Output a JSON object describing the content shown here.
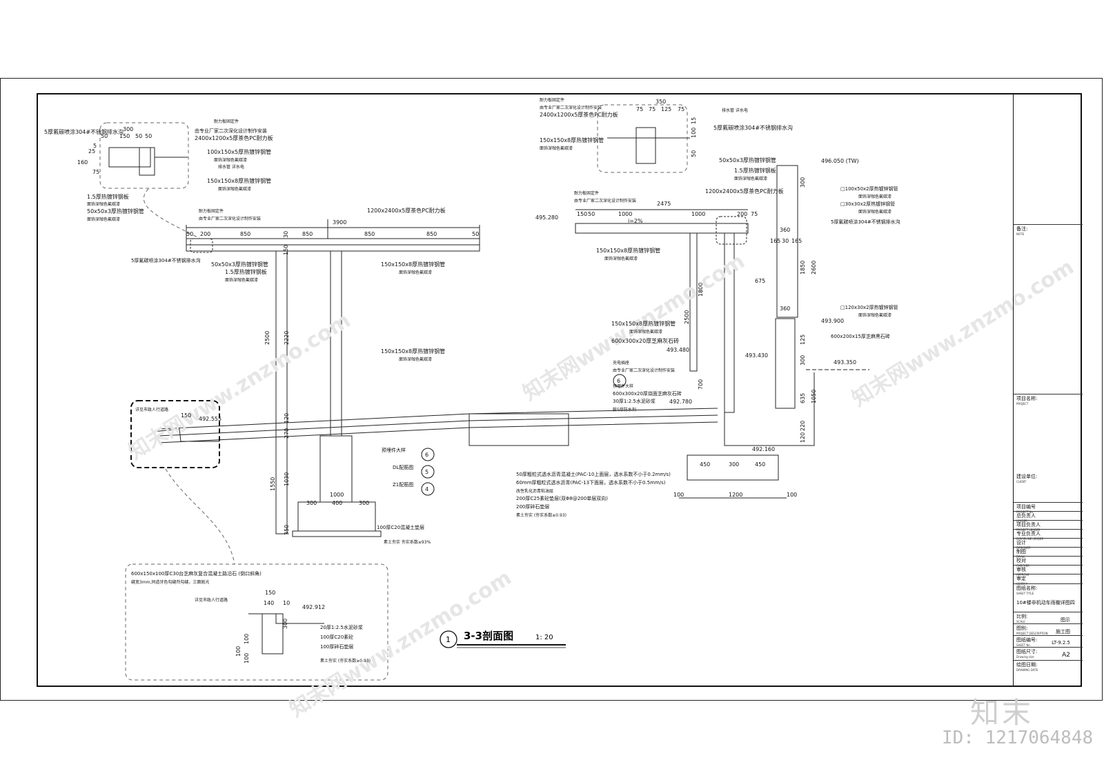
{
  "drawing": {
    "section_no": "1",
    "section_title": "3-3剖面图",
    "scale": "1: 20"
  },
  "left_detail": {
    "dims": [
      "300",
      "150",
      "50",
      "50",
      "50",
      "5",
      "25",
      "75",
      "160"
    ],
    "labels": [
      "5厚氟碳喷涂304#不锈钢排水沟",
      "耐力板固定件",
      "由专业厂家二次深化设计制作安装",
      "2400x1200x5厚茶色PC耐力板",
      "100x150x5厚热镀锌钢管",
      "面饰深咖色氟碳漆",
      "排水管  详水电",
      "150x150x8厚热镀锌钢管",
      "面饰深咖色氟碳漆",
      "1.5厚热镀锌钢板",
      "面饰深咖色氟碳漆",
      "50x50x3厚热镀锌钢管",
      "面饰深咖色氟碳漆"
    ]
  },
  "left_canopy": {
    "dims_top": [
      "50",
      "200",
      "850",
      "850",
      "850",
      "850",
      "50"
    ],
    "overall": "3900",
    "labels": [
      "耐力板固定件",
      "由专业厂家二次深化设计制作安装",
      "1200x2400x5厚茶色PC耐力板",
      "5厚氟碳喷涂304#不锈钢排水沟",
      "50x50x3厚热镀锌钢管",
      "1.5厚热镀锌钢板",
      "面饰深咖色氟碳漆",
      "150x150x8厚热镀锌钢管",
      "面饰深咖色氟碳漆",
      "150x150x8厚热镀锌钢管",
      "面饰深咖色氟碳漆"
    ],
    "vert_dims": [
      "150",
      "30",
      "2500",
      "2220",
      "1550",
      "1030",
      "350",
      "270",
      "120"
    ],
    "footing_dims": [
      "300",
      "400",
      "300",
      "1000"
    ],
    "callouts": [
      "预埋件大样",
      "DL配筋图",
      "Z1配筋图"
    ],
    "callout_nos": [
      "6",
      "5",
      "4"
    ],
    "base_label": "100厚C20混凝土垫层",
    "soil_label": "素土夯实  夯实系数≥93%"
  },
  "curb_detail_1": {
    "title": "详见市政人行道路",
    "elevation": "492.555",
    "dim": "150"
  },
  "layers": [
    "50厚粗粒式透水沥青混凝土(PAC-10上面层，透水系数不小于0.2mm/s)",
    "60mm厚粗粒式透水沥青(PAC-13下面层，透水系数不小于0.5mm/s)",
    "改性乳化沥青粘油层",
    "200厚C25素砼垫层(双Φ8@200单层双向)",
    "200厚碎石垫层",
    "素土夯实 (夯实系数≥0.93)"
  ],
  "curb_detail_2": {
    "title": "600x150x100厚C30台芝麻灰复合混凝土路沿石 (倒口斜角)",
    "subtitle": "缝宽3mm,同道牙色勾缝剂勾缝，三面抛光",
    "ref": "详见市政人行道路",
    "elevation": "492.912",
    "dims": [
      "150",
      "140",
      "10",
      "300",
      "100",
      "100",
      "100"
    ],
    "labels": [
      "20厚1:2.5水泥砂浆",
      "100厚C20素砼",
      "100厚碎石垫层",
      "素土夯实 (夯实系数≥0.93)"
    ]
  },
  "right_detail": {
    "dims": [
      "350",
      "75",
      "75",
      "125",
      "75",
      "100",
      "15",
      "50"
    ],
    "labels": [
      "耐力板固定件",
      "由专业厂家二次深化设计制作安装",
      "2400x1200x5厚茶色PC耐力板",
      "150x150x8厚热镀锌钢管",
      "面饰深咖色氟碳漆",
      "排水管  详水电",
      "5厚氟碳喷涂304#不锈钢排水沟",
      "50x50x3厚热镀锌钢管",
      "1.5厚热镀锌钢板",
      "面饰深咖色氟碳漆"
    ]
  },
  "right_canopy": {
    "elevations": [
      "495.280",
      "496.050 (TW)",
      "493.900",
      "493.480",
      "493.430",
      "493.350",
      "492.780",
      "492.160"
    ],
    "dims_top": [
      "150",
      "50",
      "1000",
      "1000",
      "200",
      "75"
    ],
    "overall": "2475",
    "slope": "i=2%",
    "labels_top": [
      "耐力板固定件",
      "由专业厂家二次深化设计制作安装",
      "1200x2400x5厚茶色PC耐力板",
      "150x150x8厚热镀锌钢管",
      "面饰深咖色氟碳漆"
    ],
    "wall_labels": [
      "□100x50x2厚热镀锌钢管",
      "面饰深咖色氟碳漆",
      "□30x30x2厚热镀锌钢管",
      "面饰深咖色氟碳漆",
      "5厚氟碳喷涂304#不锈钢排水沟",
      "□120x30x2厚热镀锌钢管",
      "面饰深咖色氟碳漆",
      "600x200x15厚芝麻黑石砖"
    ],
    "wall_dims": [
      "360",
      "165",
      "30",
      "165",
      "675",
      "300",
      "1850",
      "2600",
      "360",
      "125",
      "300",
      "635",
      "1050",
      "220",
      "120"
    ],
    "mid_labels": [
      "150x150x8厚热镀锌钢管",
      "面饰深咖色氟碳漆",
      "600x300x20厚芝麻灰石砖",
      "充电插座",
      "由专业厂家二次深化设计制作安装",
      "预埋件大样",
      "600x300x20厚烧面芝麻灰石砖",
      "30厚1:2.5水泥砂浆",
      "膨5厚防水剂"
    ],
    "mid_dims": [
      "2500",
      "1800",
      "700"
    ],
    "callout_no": "6",
    "footing_dims": [
      "450",
      "300",
      "450",
      "100",
      "1200",
      "100"
    ]
  },
  "title_block": {
    "note": "备注:",
    "note_en": "NOTE",
    "project": "项目名称:",
    "project_en": "PROJECT",
    "client": "建设单位:",
    "client_en": "CLIENT",
    "rows": [
      {
        "label": "项目编号",
        "en": "PROJECT No."
      },
      {
        "label": "总负责人",
        "en": "LEADER"
      },
      {
        "label": "项目负责人",
        "en": "PROJECT LEADER"
      },
      {
        "label": "专业负责人",
        "en": "DISCIPLINE LEADER"
      },
      {
        "label": "设计",
        "en": "DESIGNER"
      },
      {
        "label": "制图",
        "en": "DRAW"
      },
      {
        "label": "校对",
        "en": "CHECKER"
      },
      {
        "label": "审核",
        "en": "APPROVE"
      },
      {
        "label": "审定",
        "en": "CERTIFY"
      }
    ],
    "sheet_title_label": "图纸名称:",
    "sheet_title_en": "SHEET TITLE",
    "sheet_title": "10#楼非机动车雨棚详图四",
    "scale_label": "比例:",
    "scale_en": "SCALE",
    "scale_value": "图示",
    "stage_label": "图别:",
    "stage_en": "PROJECT DESCRIPTION",
    "stage_value": "施工图",
    "sheet_no_label": "图纸编号:",
    "sheet_no_en": "SHEET No.",
    "sheet_no": "LT-9.2.5",
    "size_label": "图纸尺寸:",
    "size_en": "Drawing size",
    "size": "A2",
    "date_label": "绘图日期:",
    "date_en": "DRAWING DATE"
  },
  "watermark": {
    "logo": "知末",
    "id": "ID: 1217064848"
  }
}
